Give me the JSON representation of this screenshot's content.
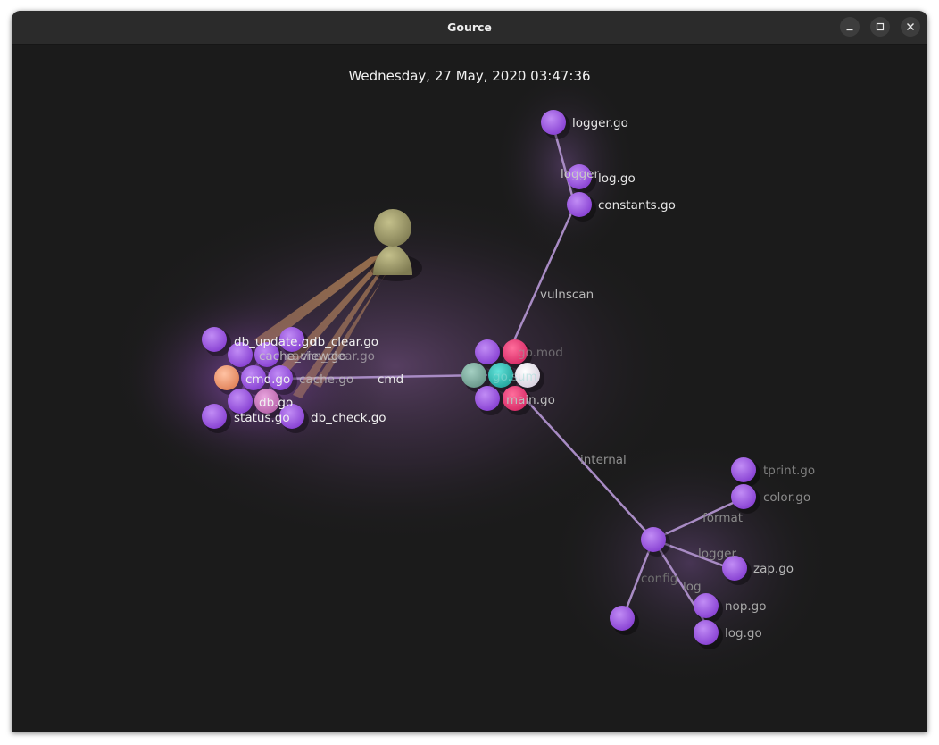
{
  "window": {
    "title": "Gource"
  },
  "controls": {
    "minimize_icon": "minimize-icon",
    "maximize_icon": "maximize-icon",
    "close_icon": "close-icon"
  },
  "timestamp": "Wednesday, 27 May, 2020 03:47:36",
  "dirs": {
    "cmd": "cmd",
    "vulnscan": "vulnscan",
    "internal": "internal",
    "logger": "logger",
    "format": "format",
    "config": "config",
    "log": "log",
    "logger2": "logger"
  },
  "files": {
    "logger_go": "logger.go",
    "log_go": "log.go",
    "constants_go": "constants.go",
    "db_update_go": "db_update.go",
    "db_clear_go": "db_clear.go",
    "cache_view_go": "cache_view.go",
    "cache_clear_go": "cache_clear.go",
    "cmd_go": "cmd.go",
    "cache_go": "cache.go",
    "db_go": "db.go",
    "status_go": "status.go",
    "db_check_go": "db_check.go",
    "go_mod": "go.mod",
    "go_sum": "go.sum",
    "main_go": "main.go",
    "tprint_go": "tprint.go",
    "color_go": "color.go",
    "zap_go": "zap.go",
    "nop_go": "nop.go",
    "log_go2": "log.go"
  },
  "colors": {
    "go": "#a35ee8",
    "mod": "#f0457e",
    "sum": "#3ec9c0",
    "teal_grey": "#86b5a7",
    "white": "#f4f1f6",
    "cmd_file": "#ef9f7c",
    "db_file": "#d382c8",
    "user": "#9c9866",
    "edge": "#a88bc4"
  }
}
